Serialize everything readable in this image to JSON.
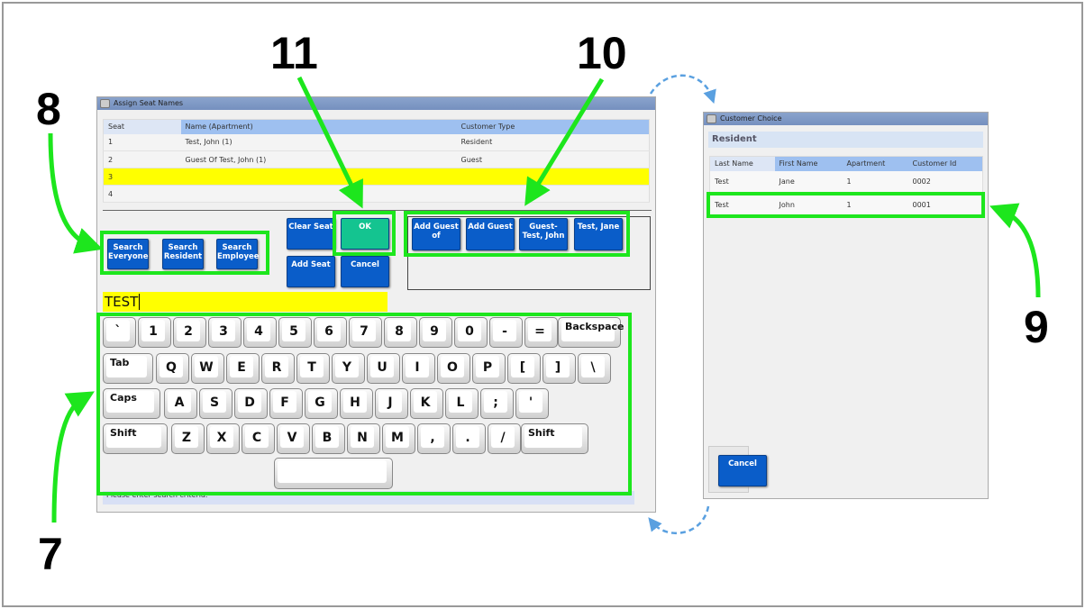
{
  "assign": {
    "title": "Assign Seat Names",
    "columns": [
      "Seat",
      "Name (Apartment)",
      "Customer Type"
    ],
    "rows": [
      {
        "seat": "1",
        "name": "Test, John (1)",
        "type": "Resident"
      },
      {
        "seat": "2",
        "name": "Guest Of Test, John (1)",
        "type": "Guest"
      },
      {
        "seat": "3",
        "name": "",
        "type": ""
      },
      {
        "seat": "4",
        "name": "",
        "type": ""
      }
    ],
    "buttons": {
      "search_everyone": "Search Everyone",
      "search_resident": "Search Resident",
      "search_employee": "Search Employee",
      "clear_seat": "Clear Seat",
      "ok": "OK",
      "add_seat": "Add Seat",
      "cancel": "Cancel",
      "add_guest_of": "Add Guest of",
      "add_guest": "Add Guest",
      "guest_test_john": "Guest-Test, John",
      "test_jane": "Test, Jane"
    },
    "search_value": "TEST",
    "status": "Please enter search criteria."
  },
  "keyboard": {
    "row1": [
      "`",
      "1",
      "2",
      "3",
      "4",
      "5",
      "6",
      "7",
      "8",
      "9",
      "0",
      "-",
      "="
    ],
    "backspace": "Backspace",
    "row2": [
      "Q",
      "W",
      "E",
      "R",
      "T",
      "Y",
      "U",
      "I",
      "O",
      "P",
      "[",
      "]",
      "\\"
    ],
    "tab": "Tab",
    "row3": [
      "A",
      "S",
      "D",
      "F",
      "G",
      "H",
      "J",
      "K",
      "L",
      ";",
      "'"
    ],
    "caps": "Caps",
    "row4": [
      "Z",
      "X",
      "C",
      "V",
      "B",
      "N",
      "M",
      ",",
      ".",
      "/"
    ],
    "shift": "Shift"
  },
  "choice": {
    "title": "Customer Choice",
    "section": "Resident",
    "columns": [
      "Last Name",
      "First Name",
      "Apartment",
      "Customer Id"
    ],
    "rows": [
      [
        "Test",
        "Jane",
        "1",
        "0002"
      ],
      [
        "Test",
        "John",
        "1",
        "0001"
      ]
    ],
    "cancel": "Cancel"
  },
  "callouts": [
    "7",
    "8",
    "9",
    "10",
    "11"
  ]
}
